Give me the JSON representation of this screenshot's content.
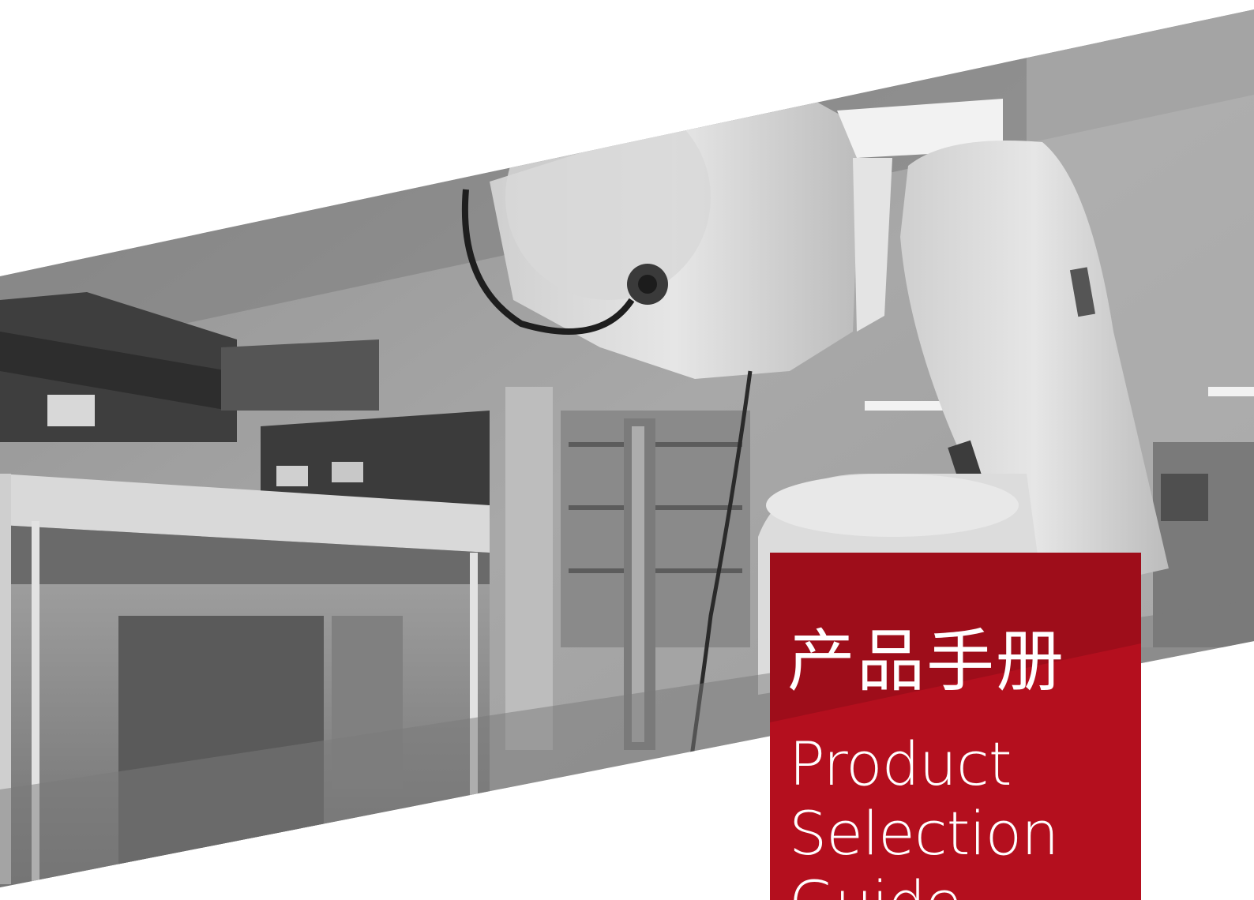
{
  "cover": {
    "title_cn": "产品手册",
    "title_en": [
      "Product",
      "Selection",
      "Guide"
    ]
  },
  "colors": {
    "accent_red": "#b40f1e",
    "background": "#ffffff"
  },
  "image": {
    "subject": "industrial-robot-arm-photo"
  }
}
